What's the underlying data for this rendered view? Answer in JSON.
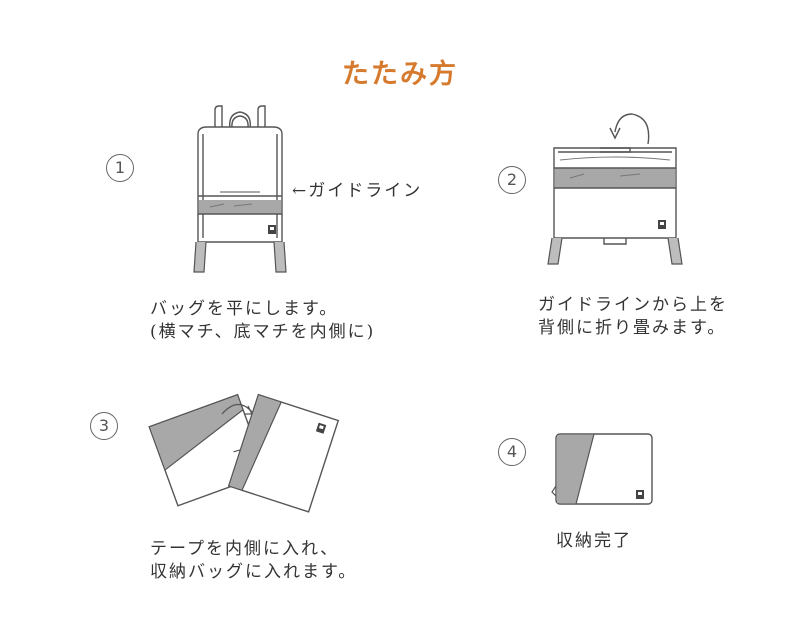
{
  "title": "たたみ方",
  "steps": [
    {
      "number": "1",
      "lines": [
        "バッグを平にします。",
        "(横マチ、底マチを内側に)"
      ]
    },
    {
      "number": "2",
      "lines": [
        "ガイドラインから上を",
        "背側に折り畳みます。"
      ]
    },
    {
      "number": "3",
      "lines": [
        "テープを内側に入れ、",
        "収納バッグに入れます。"
      ]
    },
    {
      "number": "4",
      "lines": [
        "収納完了"
      ]
    }
  ],
  "guide_label": "←ガイドライン",
  "colors": {
    "title": "#d67a2e",
    "panel": "#a8a8a8",
    "line": "#555555"
  },
  "icons": [
    "backpack-flat",
    "backpack-folded",
    "bag-insert",
    "storage-bag",
    "fold-arrow"
  ]
}
